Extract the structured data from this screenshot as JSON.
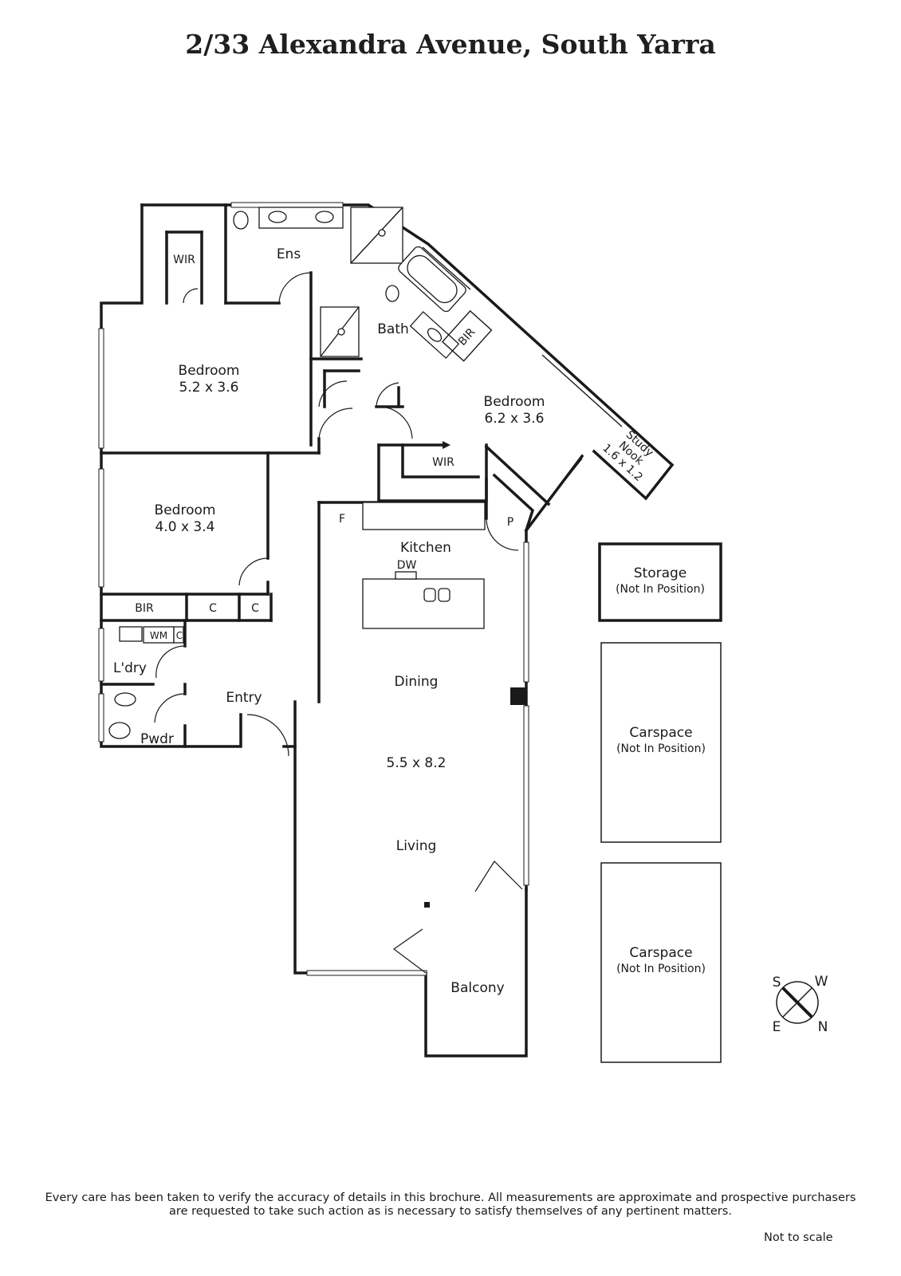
{
  "title": "2/33 Alexandra Avenue, South Yarra",
  "rooms": {
    "bedroom_1": {
      "name": "Bedroom",
      "size": "5.2 x 3.6"
    },
    "bedroom_2": {
      "name": "Bedroom",
      "size": "4.0 x 3.4"
    },
    "bedroom_3": {
      "name": "Bedroom",
      "size": "6.2 x 3.6"
    },
    "ensuite": "Ens",
    "wir_1": "WIR",
    "wir_2": "WIR",
    "bath": "Bath",
    "bir_1": "BIR",
    "bir_2": "BIR",
    "cupboard_1": "C",
    "cupboard_2": "C",
    "cupboard_3": "C",
    "washing_machine": "WM",
    "laundry": "L'dry",
    "powder": "Pwdr",
    "entry": "Entry",
    "kitchen": "Kitchen",
    "fridge": "F",
    "pantry": "P",
    "dishwasher": "DW",
    "dining": "Dining",
    "dining_living_size": "5.5 x 8.2",
    "living": "Living",
    "balcony": "Balcony",
    "study_nook": {
      "line1": "Study",
      "line2": "Nook",
      "line3": "1.6 x 1.2"
    }
  },
  "outbuildings": {
    "storage": {
      "name": "Storage",
      "note": "(Not In Position)"
    },
    "carspace_1": {
      "name": "Carspace",
      "note": "(Not In Position)"
    },
    "carspace_2": {
      "name": "Carspace",
      "note": "(Not In Position)"
    }
  },
  "compass": {
    "s": "S",
    "w": "W",
    "e": "E",
    "n": "N"
  },
  "disclaimer": {
    "line1": "Every care has been taken to verify the accuracy of details in this brochure.  All measurements are approximate and prospective purchasers",
    "line2": "are requested to take such action as is necessary to satisfy themselves of any pertinent matters."
  },
  "not_to_scale": "Not to scale"
}
